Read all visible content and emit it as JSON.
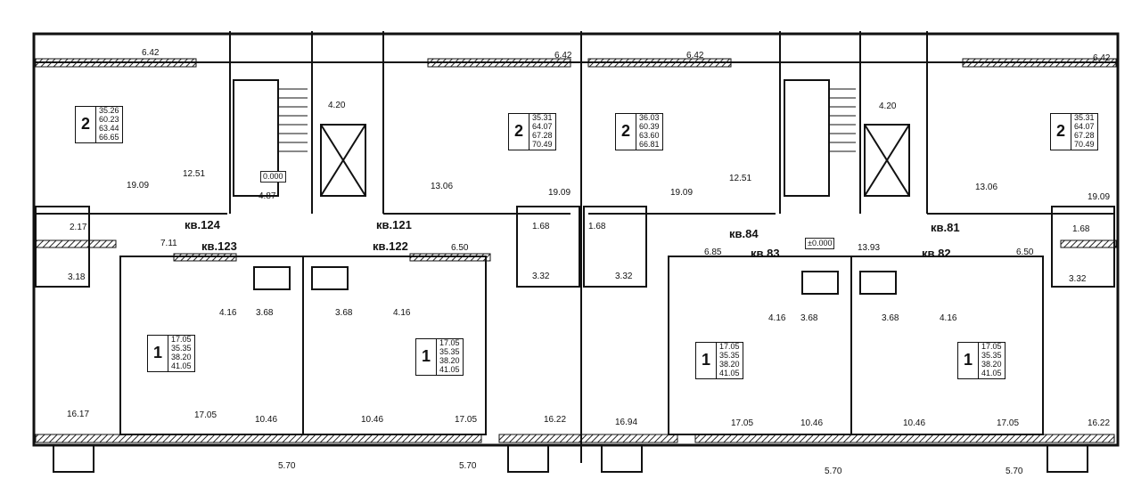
{
  "apartments": [
    {
      "id": "apt-124",
      "label": "кв.124",
      "rooms": "2",
      "areas": [
        "35.26",
        "60.23",
        "63.44",
        "66.65"
      ]
    },
    {
      "id": "apt-123",
      "label": "кв.123",
      "rooms": "1",
      "areas": [
        "17.05",
        "35.35",
        "38.20",
        "41.05"
      ]
    },
    {
      "id": "apt-122",
      "label": "кв.122",
      "rooms": "1",
      "areas": [
        "17.05",
        "35.35",
        "38.20",
        "41.05"
      ]
    },
    {
      "id": "apt-121",
      "label": "кв.121",
      "rooms": "2",
      "areas": [
        "35.31",
        "64.07",
        "67.28",
        "70.49"
      ]
    },
    {
      "id": "apt-84",
      "label": "кв.84",
      "rooms": "2",
      "areas": [
        "36.03",
        "60.39",
        "63.60",
        "66.81"
      ]
    },
    {
      "id": "apt-83",
      "label": "кв.83",
      "rooms": "1",
      "areas": [
        "17.05",
        "35.35",
        "38.20",
        "41.05"
      ]
    },
    {
      "id": "apt-82",
      "label": "кв.82",
      "rooms": "1",
      "areas": [
        "17.05",
        "35.35",
        "38.20",
        "41.05"
      ]
    },
    {
      "id": "apt-81",
      "label": "кв.81",
      "rooms": "2",
      "areas": [
        "35.31",
        "64.07",
        "67.28",
        "70.49"
      ]
    }
  ],
  "elevation_marks": [
    "0.000",
    "±0.000"
  ],
  "room_areas": {
    "top_left": "6.42",
    "top_mid_a": "6.42",
    "top_mid_b": "6.42",
    "top_right": "6.42",
    "lift_a": "4.20",
    "lift_b": "4.20",
    "kitchen_124": "19.09",
    "hall_124": "12.51",
    "corr_124": "4.87",
    "bath_124a": "2.17",
    "bath_124b": "3.18",
    "hall_123": "7.11",
    "kitchen_121": "13.06",
    "hall_121": "19.09",
    "bath_121a": "1.68",
    "bath_121b": "3.32",
    "hall_122": "6.50",
    "kitchen_84": "19.09",
    "bath_84a": "1.68",
    "bath_84b": "3.32",
    "hall_84": "12.51",
    "hall_83": "6.85",
    "corr_83": "13.93",
    "kitchen_81": "13.06",
    "room_81": "19.09",
    "bath_81a": "1.68",
    "bath_81b": "3.32",
    "hall_82": "6.50",
    "c123a": "4.16",
    "c123b": "3.68",
    "c122a": "3.68",
    "c122b": "4.16",
    "c83a": "4.16",
    "c83b": "3.68",
    "c82a": "3.68",
    "c82b": "4.16",
    "r1": "16.17",
    "r2": "17.05",
    "r3": "10.46",
    "r4": "10.46",
    "r5": "17.05",
    "r6": "16.22",
    "r7": "16.94",
    "r8": "17.05",
    "r9": "10.46",
    "r10": "10.46",
    "r11": "17.05",
    "r12": "16.22",
    "balc_a": "5.70",
    "balc_b": "5.70",
    "balc_c": "5.70",
    "balc_d": "5.70"
  }
}
